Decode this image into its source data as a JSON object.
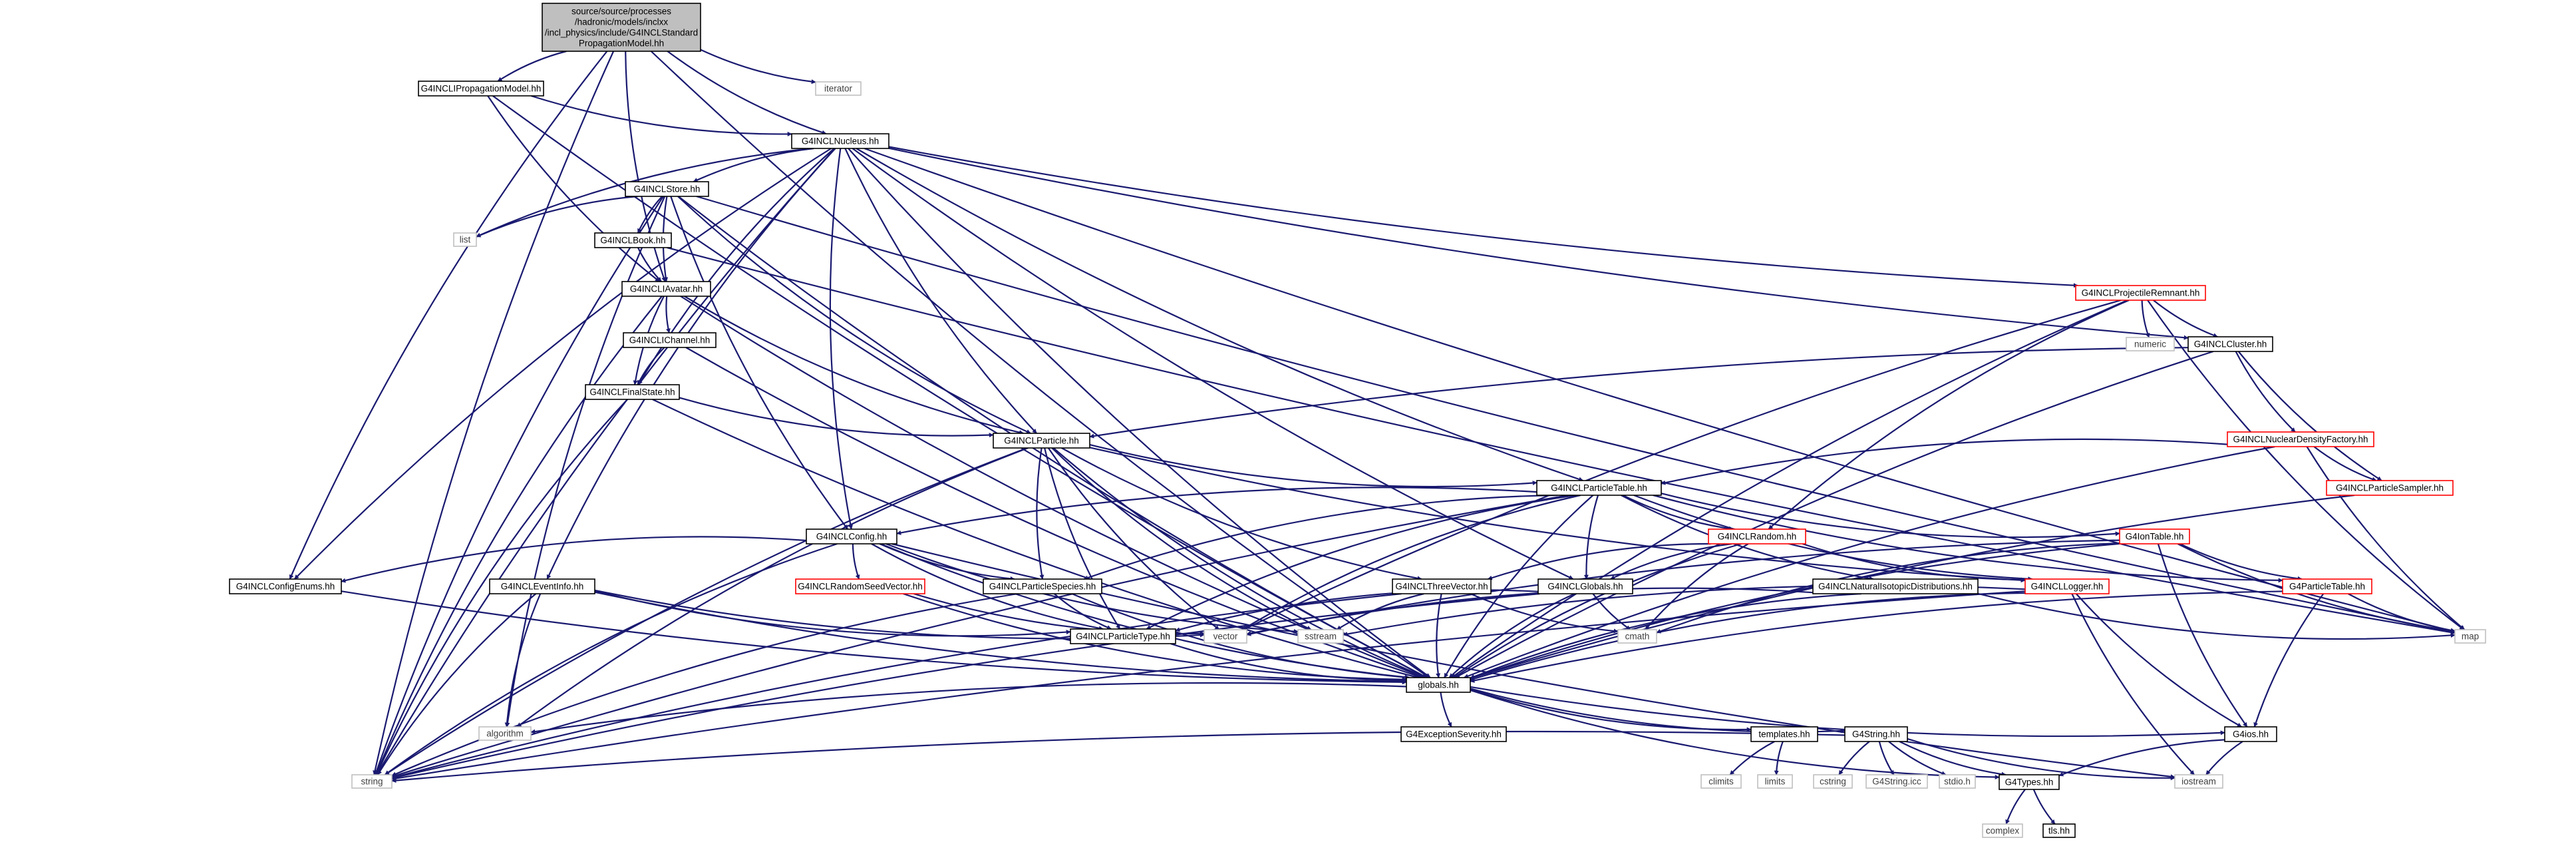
{
  "colors": {
    "edge": "#191970",
    "root_fill": "#bfbfbf",
    "node_border": "#000000",
    "incomplete_border": "#ff0000",
    "system_border": "#bfbfbf"
  },
  "nodes": [
    {
      "id": "root",
      "kind": "root",
      "lines": [
        "source/source/processes",
        "/hadronic/models/inclxx",
        "/incl_physics/include/G4INCLStandard",
        "PropagationModel.hh"
      ]
    },
    {
      "id": "iprop",
      "kind": "normal",
      "lines": [
        "G4INCLIPropagationModel.hh"
      ]
    },
    {
      "id": "iterator",
      "kind": "gray",
      "lines": [
        "iterator"
      ]
    },
    {
      "id": "nucleus",
      "kind": "normal",
      "lines": [
        "G4INCLNucleus.hh"
      ]
    },
    {
      "id": "store",
      "kind": "normal",
      "lines": [
        "G4INCLStore.hh"
      ]
    },
    {
      "id": "list",
      "kind": "gray",
      "lines": [
        "list"
      ]
    },
    {
      "id": "book",
      "kind": "normal",
      "lines": [
        "G4INCLBook.hh"
      ]
    },
    {
      "id": "iavatar",
      "kind": "normal",
      "lines": [
        "G4INCLIAvatar.hh"
      ]
    },
    {
      "id": "ichannel",
      "kind": "normal",
      "lines": [
        "G4INCLIChannel.hh"
      ]
    },
    {
      "id": "finalstate",
      "kind": "normal",
      "lines": [
        "G4INCLFinalState.hh"
      ]
    },
    {
      "id": "projremnant",
      "kind": "red",
      "lines": [
        "G4INCLProjectileRemnant.hh"
      ]
    },
    {
      "id": "numeric",
      "kind": "gray",
      "lines": [
        "numeric"
      ]
    },
    {
      "id": "cluster",
      "kind": "normal",
      "lines": [
        "G4INCLCluster.hh"
      ]
    },
    {
      "id": "ndensity",
      "kind": "red",
      "lines": [
        "G4INCLNuclearDensityFactory.hh"
      ]
    },
    {
      "id": "psampler",
      "kind": "red",
      "lines": [
        "G4INCLParticleSampler.hh"
      ]
    },
    {
      "id": "particle",
      "kind": "normal",
      "lines": [
        "G4INCLParticle.hh"
      ]
    },
    {
      "id": "ptable",
      "kind": "normal",
      "lines": [
        "G4INCLParticleTable.hh"
      ]
    },
    {
      "id": "config",
      "kind": "normal",
      "lines": [
        "G4INCLConfig.hh"
      ]
    },
    {
      "id": "random",
      "kind": "red",
      "lines": [
        "G4INCLRandom.hh"
      ]
    },
    {
      "id": "iontable",
      "kind": "red",
      "lines": [
        "G4IonTable.hh"
      ]
    },
    {
      "id": "configenums",
      "kind": "normal",
      "lines": [
        "G4INCLConfigEnums.hh"
      ]
    },
    {
      "id": "eventinfo",
      "kind": "normal",
      "lines": [
        "G4INCLEventInfo.hh"
      ]
    },
    {
      "id": "rseed",
      "kind": "red",
      "lines": [
        "G4INCLRandomSeedVector.hh"
      ]
    },
    {
      "id": "pspecies",
      "kind": "normal",
      "lines": [
        "G4INCLParticleSpecies.hh"
      ]
    },
    {
      "id": "threevec",
      "kind": "normal",
      "lines": [
        "G4INCLThreeVector.hh"
      ]
    },
    {
      "id": "inclglobals",
      "kind": "normal",
      "lines": [
        "G4INCLGlobals.hh"
      ]
    },
    {
      "id": "natiso",
      "kind": "normal",
      "lines": [
        "G4INCLNaturalIsotopicDistributions.hh"
      ]
    },
    {
      "id": "logger",
      "kind": "red",
      "lines": [
        "G4INCLLogger.hh"
      ]
    },
    {
      "id": "g4ptable",
      "kind": "red",
      "lines": [
        "G4ParticleTable.hh"
      ]
    },
    {
      "id": "map",
      "kind": "gray",
      "lines": [
        "map"
      ]
    },
    {
      "id": "vector",
      "kind": "gray",
      "lines": [
        "vector"
      ]
    },
    {
      "id": "sstream",
      "kind": "gray",
      "lines": [
        "sstream"
      ]
    },
    {
      "id": "cmath",
      "kind": "gray",
      "lines": [
        "cmath"
      ]
    },
    {
      "id": "ptype",
      "kind": "normal",
      "lines": [
        "G4INCLParticleType.hh"
      ]
    },
    {
      "id": "globals",
      "kind": "normal",
      "lines": [
        "globals.hh"
      ]
    },
    {
      "id": "algorithm",
      "kind": "gray",
      "lines": [
        "algorithm"
      ]
    },
    {
      "id": "exsev",
      "kind": "normal",
      "lines": [
        "G4ExceptionSeverity.hh"
      ]
    },
    {
      "id": "templates",
      "kind": "normal",
      "lines": [
        "templates.hh"
      ]
    },
    {
      "id": "g4string",
      "kind": "normal",
      "lines": [
        "G4String.hh"
      ]
    },
    {
      "id": "g4ios",
      "kind": "normal",
      "lines": [
        "G4ios.hh"
      ]
    },
    {
      "id": "string",
      "kind": "gray",
      "lines": [
        "string"
      ]
    },
    {
      "id": "climits",
      "kind": "gray",
      "lines": [
        "climits"
      ]
    },
    {
      "id": "limits",
      "kind": "gray",
      "lines": [
        "limits"
      ]
    },
    {
      "id": "cstring",
      "kind": "gray",
      "lines": [
        "cstring"
      ]
    },
    {
      "id": "g4stringicc",
      "kind": "gray",
      "lines": [
        "G4String.icc"
      ]
    },
    {
      "id": "stdio",
      "kind": "gray",
      "lines": [
        "stdio.h"
      ]
    },
    {
      "id": "g4types",
      "kind": "normal",
      "lines": [
        "G4Types.hh"
      ]
    },
    {
      "id": "iostream",
      "kind": "gray",
      "lines": [
        "iostream"
      ]
    },
    {
      "id": "complex",
      "kind": "gray",
      "lines": [
        "complex"
      ]
    },
    {
      "id": "tls",
      "kind": "normal",
      "lines": [
        "tls.hh"
      ]
    }
  ],
  "edges": [
    [
      "root",
      "iprop"
    ],
    [
      "root",
      "iterator"
    ],
    [
      "root",
      "nucleus"
    ],
    [
      "root",
      "iavatar"
    ],
    [
      "root",
      "configenums"
    ],
    [
      "root",
      "globals"
    ],
    [
      "root",
      "string"
    ],
    [
      "iprop",
      "nucleus"
    ],
    [
      "iprop",
      "iavatar"
    ],
    [
      "iprop",
      "globals"
    ],
    [
      "nucleus",
      "store"
    ],
    [
      "nucleus",
      "list"
    ],
    [
      "nucleus",
      "finalstate"
    ],
    [
      "nucleus",
      "particle"
    ],
    [
      "nucleus",
      "config"
    ],
    [
      "nucleus",
      "configenums"
    ],
    [
      "nucleus",
      "eventinfo"
    ],
    [
      "nucleus",
      "projremnant"
    ],
    [
      "nucleus",
      "cluster"
    ],
    [
      "nucleus",
      "ptable"
    ],
    [
      "nucleus",
      "inclglobals"
    ],
    [
      "nucleus",
      "globals"
    ],
    [
      "nucleus",
      "string"
    ],
    [
      "nucleus",
      "map"
    ],
    [
      "store",
      "book"
    ],
    [
      "store",
      "list"
    ],
    [
      "store",
      "iavatar"
    ],
    [
      "store",
      "particle"
    ],
    [
      "store",
      "config"
    ],
    [
      "store",
      "globals"
    ],
    [
      "store",
      "algorithm"
    ],
    [
      "store",
      "string"
    ],
    [
      "store",
      "map"
    ],
    [
      "book",
      "iavatar"
    ],
    [
      "book",
      "map"
    ],
    [
      "iavatar",
      "ichannel"
    ],
    [
      "iavatar",
      "finalstate"
    ],
    [
      "iavatar",
      "particle"
    ],
    [
      "iavatar",
      "globals"
    ],
    [
      "iavatar",
      "string"
    ],
    [
      "ichannel",
      "finalstate"
    ],
    [
      "ichannel",
      "globals"
    ],
    [
      "finalstate",
      "particle"
    ],
    [
      "finalstate",
      "globals"
    ],
    [
      "finalstate",
      "string"
    ],
    [
      "projremnant",
      "cluster"
    ],
    [
      "projremnant",
      "numeric"
    ],
    [
      "projremnant",
      "random"
    ],
    [
      "projremnant",
      "globals"
    ],
    [
      "projremnant",
      "vector"
    ],
    [
      "projremnant",
      "map"
    ],
    [
      "cluster",
      "particle"
    ],
    [
      "cluster",
      "ndensity"
    ],
    [
      "cluster",
      "psampler"
    ],
    [
      "cluster",
      "globals"
    ],
    [
      "ndensity",
      "ptable"
    ],
    [
      "ndensity",
      "psampler"
    ],
    [
      "ndensity",
      "globals"
    ],
    [
      "ndensity",
      "map"
    ],
    [
      "psampler",
      "globals"
    ],
    [
      "particle",
      "ptable"
    ],
    [
      "particle",
      "pspecies"
    ],
    [
      "particle",
      "threevec"
    ],
    [
      "particle",
      "ptype"
    ],
    [
      "particle",
      "logger"
    ],
    [
      "particle",
      "globals"
    ],
    [
      "particle",
      "vector"
    ],
    [
      "particle",
      "sstream"
    ],
    [
      "particle",
      "algorithm"
    ],
    [
      "particle",
      "string"
    ],
    [
      "ptable",
      "config"
    ],
    [
      "ptable",
      "random"
    ],
    [
      "ptable",
      "iontable"
    ],
    [
      "ptable",
      "pspecies"
    ],
    [
      "ptable",
      "inclglobals"
    ],
    [
      "ptable",
      "natiso"
    ],
    [
      "ptable",
      "logger"
    ],
    [
      "ptable",
      "g4ptable"
    ],
    [
      "ptable",
      "ptype"
    ],
    [
      "ptable",
      "globals"
    ],
    [
      "ptable",
      "vector"
    ],
    [
      "ptable",
      "string"
    ],
    [
      "config",
      "configenums"
    ],
    [
      "config",
      "rseed"
    ],
    [
      "config",
      "pspecies"
    ],
    [
      "config",
      "ptype"
    ],
    [
      "config",
      "globals"
    ],
    [
      "config",
      "string"
    ],
    [
      "config",
      "iostream"
    ],
    [
      "config",
      "sstream"
    ],
    [
      "random",
      "threevec"
    ],
    [
      "random",
      "inclglobals"
    ],
    [
      "random",
      "logger"
    ],
    [
      "random",
      "globals"
    ],
    [
      "random",
      "cmath"
    ],
    [
      "iontable",
      "g4ptable"
    ],
    [
      "iontable",
      "globals"
    ],
    [
      "iontable",
      "g4ios"
    ],
    [
      "iontable",
      "vector"
    ],
    [
      "iontable",
      "cmath"
    ],
    [
      "iontable",
      "map"
    ],
    [
      "configenums",
      "globals"
    ],
    [
      "eventinfo",
      "ptype"
    ],
    [
      "eventinfo",
      "globals"
    ],
    [
      "eventinfo",
      "algorithm"
    ],
    [
      "eventinfo",
      "string"
    ],
    [
      "eventinfo",
      "vector"
    ],
    [
      "rseed",
      "vector"
    ],
    [
      "rseed",
      "globals"
    ],
    [
      "pspecies",
      "ptype"
    ],
    [
      "pspecies",
      "globals"
    ],
    [
      "pspecies",
      "string"
    ],
    [
      "threevec",
      "sstream"
    ],
    [
      "threevec",
      "cmath"
    ],
    [
      "threevec",
      "globals"
    ],
    [
      "threevec",
      "string"
    ],
    [
      "inclglobals",
      "cmath"
    ],
    [
      "inclglobals",
      "ptype"
    ],
    [
      "inclglobals",
      "globals"
    ],
    [
      "inclglobals",
      "string"
    ],
    [
      "natiso",
      "map"
    ],
    [
      "natiso",
      "vector"
    ],
    [
      "natiso",
      "globals"
    ],
    [
      "logger",
      "globals"
    ],
    [
      "logger",
      "iostream"
    ],
    [
      "logger",
      "sstream"
    ],
    [
      "logger",
      "string"
    ],
    [
      "logger",
      "g4ios"
    ],
    [
      "g4ptable",
      "g4ios"
    ],
    [
      "g4ptable",
      "globals"
    ],
    [
      "g4ptable",
      "map"
    ],
    [
      "ptype",
      "globals"
    ],
    [
      "globals",
      "exsev"
    ],
    [
      "globals",
      "templates"
    ],
    [
      "globals",
      "g4string"
    ],
    [
      "globals",
      "g4ios"
    ],
    [
      "globals",
      "g4types"
    ],
    [
      "globals",
      "algorithm"
    ],
    [
      "templates",
      "climits"
    ],
    [
      "templates",
      "limits"
    ],
    [
      "g4string",
      "string"
    ],
    [
      "g4string",
      "cstring"
    ],
    [
      "g4string",
      "g4stringicc"
    ],
    [
      "g4string",
      "stdio"
    ],
    [
      "g4string",
      "g4types"
    ],
    [
      "g4string",
      "iostream"
    ],
    [
      "g4ios",
      "g4types"
    ],
    [
      "g4ios",
      "iostream"
    ],
    [
      "g4types",
      "complex"
    ],
    [
      "g4types",
      "tls"
    ]
  ]
}
